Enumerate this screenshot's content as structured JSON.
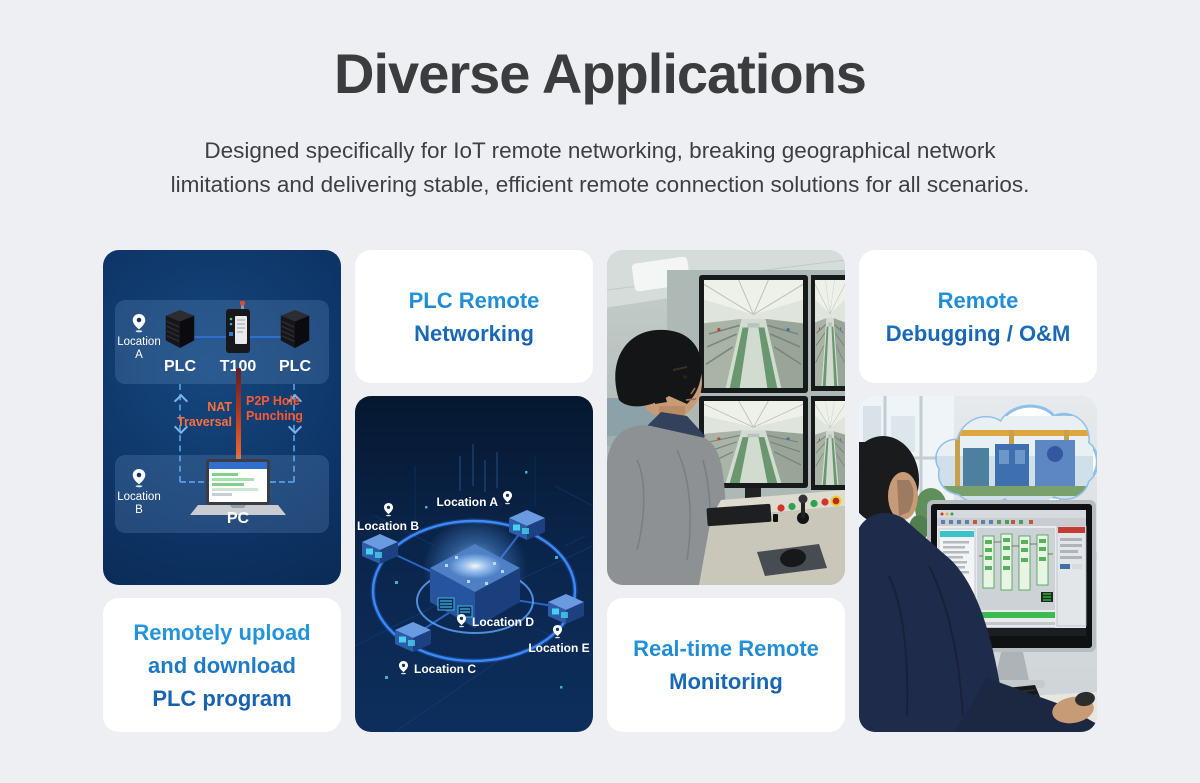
{
  "page": {
    "background": "#edeff2"
  },
  "header": {
    "title": "Diverse Applications",
    "subtitle_lines": [
      "Designed specifically for IoT remote networking, breaking geographical network",
      "limitations and delivering stable, efficient remote connection solutions for all scenarios."
    ]
  },
  "colors": {
    "accent_blue_light": "#27a0e5",
    "accent_blue_dark": "#1457a8",
    "diagram_navy": "#0e3567",
    "network_navy": "#0a1f3d",
    "orange_label": "#ff6f3a",
    "card_white": "#ffffff"
  },
  "icons": {
    "location_pin": "map-pin",
    "plc_device": "plc-controller",
    "t100_gateway": "industrial-gateway",
    "laptop": "laptop-pc"
  },
  "cards": [
    {
      "caption": {
        "lines": [
          "Remotely upload",
          "and download",
          "PLC program"
        ]
      },
      "diagram": {
        "location_a": "Location A",
        "location_b": "Location B",
        "device_left": "PLC",
        "device_center": "T100",
        "device_right": "PLC",
        "pc": "PC",
        "nat": "NAT Traversal",
        "p2p": "P2P Hole Punching"
      }
    },
    {
      "title": {
        "lines": [
          "PLC Remote",
          "Networking"
        ]
      },
      "network": {
        "labels": [
          "Location A",
          "Location B",
          "Location C",
          "Location D",
          "Location E"
        ]
      }
    },
    {
      "caption": {
        "lines": [
          "Real-time Remote",
          "Monitoring"
        ]
      },
      "photo": "control-room-operator-watching-factory-monitors"
    },
    {
      "title": {
        "lines": [
          "Remote",
          "Debugging / O&M"
        ]
      },
      "photo": "engineer-at-pc-with-plc-software-and-cloud-of-remote-plant"
    }
  ]
}
